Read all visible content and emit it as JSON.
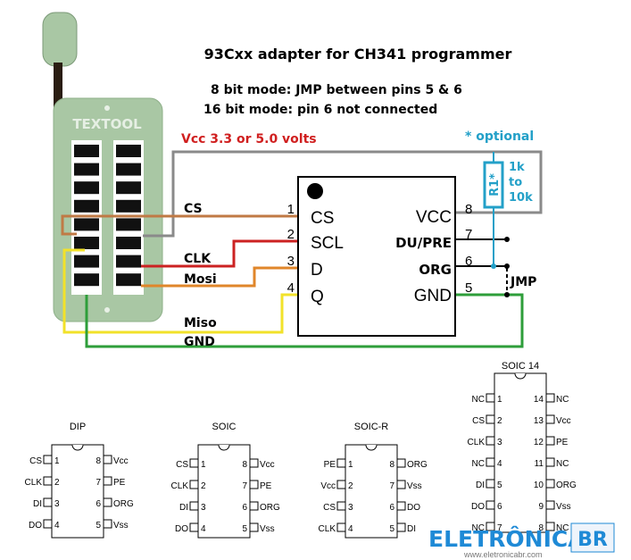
{
  "title": "93Cxx adapter for CH341 programmer",
  "note_8bit": "8 bit mode: JMP between pins 5 & 6",
  "note_16bit": "16 bit mode: pin 6 not connected",
  "vcc_note": "Vcc 3.3 or 5.0 volts",
  "optional_note": "* optional",
  "socket_label": "TEXTOOL",
  "resistor": {
    "name": "R1*",
    "value_lines": [
      "1k",
      "to",
      "10k"
    ]
  },
  "jumper_label": "JMP",
  "wire_labels": {
    "cs": "CS",
    "clk": "CLK",
    "mosi": "Mosi",
    "miso": "Miso",
    "gnd": "GND"
  },
  "chip": {
    "left_pins": [
      {
        "num": "1",
        "name": "CS"
      },
      {
        "num": "2",
        "name": "SCL"
      },
      {
        "num": "3",
        "name": "D"
      },
      {
        "num": "4",
        "name": "Q"
      }
    ],
    "right_pins": [
      {
        "num": "8",
        "name": "VCC"
      },
      {
        "num": "7",
        "name": "DU/PRE"
      },
      {
        "num": "6",
        "name": "ORG"
      },
      {
        "num": "5",
        "name": "GND"
      }
    ]
  },
  "packages": [
    {
      "title": "DIP",
      "left": [
        [
          "CS",
          "1"
        ],
        [
          "CLK",
          "2"
        ],
        [
          "DI",
          "3"
        ],
        [
          "DO",
          "4"
        ]
      ],
      "right": [
        [
          "8",
          "Vcc"
        ],
        [
          "7",
          "PE"
        ],
        [
          "6",
          "ORG"
        ],
        [
          "5",
          "Vss"
        ]
      ]
    },
    {
      "title": "SOIC",
      "left": [
        [
          "CS",
          "1"
        ],
        [
          "CLK",
          "2"
        ],
        [
          "DI",
          "3"
        ],
        [
          "DO",
          "4"
        ]
      ],
      "right": [
        [
          "8",
          "Vcc"
        ],
        [
          "7",
          "PE"
        ],
        [
          "6",
          "ORG"
        ],
        [
          "5",
          "Vss"
        ]
      ]
    },
    {
      "title": "SOIC-R",
      "left": [
        [
          "PE",
          "1"
        ],
        [
          "Vcc",
          "2"
        ],
        [
          "CS",
          "3"
        ],
        [
          "CLK",
          "4"
        ]
      ],
      "right": [
        [
          "8",
          "ORG"
        ],
        [
          "7",
          "Vss"
        ],
        [
          "6",
          "DO"
        ],
        [
          "5",
          "DI"
        ]
      ]
    },
    {
      "title": "SOIC 14",
      "left": [
        [
          "NC",
          "1"
        ],
        [
          "CS",
          "2"
        ],
        [
          "CLK",
          "3"
        ],
        [
          "NC",
          "4"
        ],
        [
          "DI",
          "5"
        ],
        [
          "DO",
          "6"
        ],
        [
          "NC",
          "7"
        ]
      ],
      "right": [
        [
          "14",
          "NC"
        ],
        [
          "13",
          "Vcc"
        ],
        [
          "12",
          "PE"
        ],
        [
          "11",
          "NC"
        ],
        [
          "10",
          "ORG"
        ],
        [
          "9",
          "Vss"
        ],
        [
          "8",
          "NC"
        ]
      ]
    }
  ],
  "watermark": {
    "main": "ELETRÔNICA",
    "badge": "BR",
    "url": "www.eletronicabr.com"
  },
  "colors": {
    "gray_wire": "#8a8a8a",
    "cs_wire": "#c07a45",
    "clk_wire": "#cc2222",
    "mosi_wire": "#e0862a",
    "miso_wire": "#f2e22a",
    "gnd_wire": "#2e9e3a",
    "socket_green": "#a9c7a4",
    "vcc_text": "#d02020",
    "optional_blue": "#23a0c8",
    "watermark_blue": "#1f8ad6"
  }
}
